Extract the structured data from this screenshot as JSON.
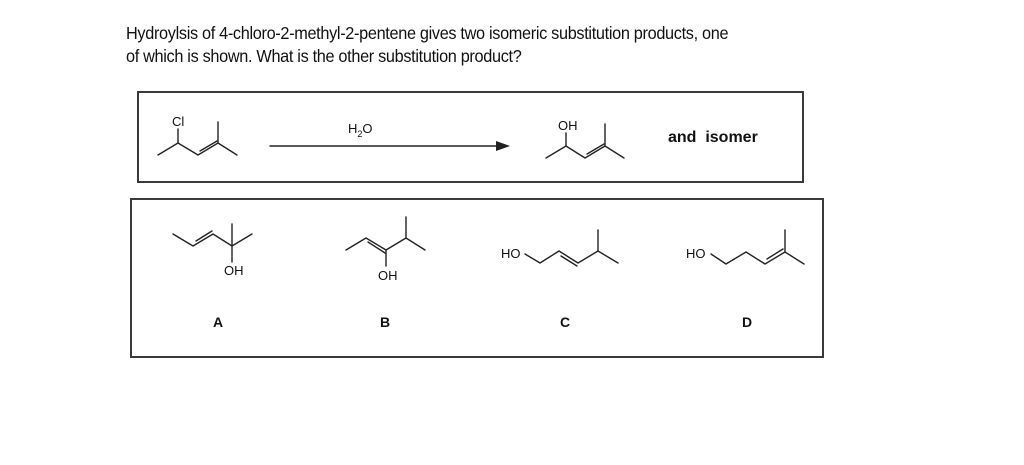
{
  "question": {
    "line1": "Hydroylsis of 4-chloro-2-methyl-2-pentene gives two isomeric substitution products, one",
    "line2": "of which is shown. What is the other substitution product?"
  },
  "reaction": {
    "reactant_substituent": "Cl",
    "reagent": "H2O",
    "reagent_main": "H",
    "reagent_sub": "2",
    "reagent_tail": "O",
    "product_substituent": "OH",
    "trailing_text": "and  isomer"
  },
  "choices": [
    {
      "label": "A",
      "substituent": "OH"
    },
    {
      "label": "B",
      "substituent": "OH"
    },
    {
      "label": "C",
      "substituent": "HO"
    },
    {
      "label": "D",
      "substituent": "HO"
    }
  ]
}
